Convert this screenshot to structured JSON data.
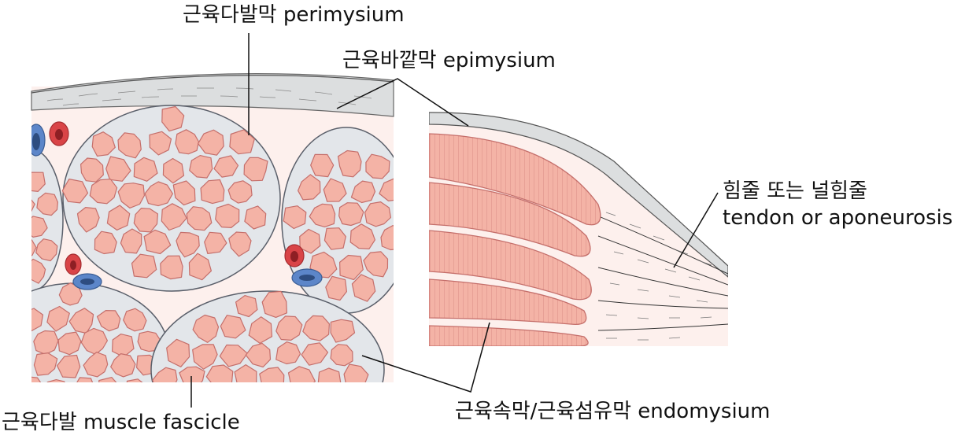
{
  "labels": {
    "perimysium": "근육다발막 perimysium",
    "epimysium": "근육바깥막 epimysium",
    "tendon_line1": "힘줄 또는 널힘줄",
    "tendon_line2": "tendon or aponeurosis",
    "fascicle": "근육다발 muscle fascicle",
    "endomysium": "근육속막/근육섬유막 endomysium"
  },
  "colors": {
    "background_tissue": "#fdf0ed",
    "fiber_fill": "#f4b3a6",
    "fiber_stroke": "#c56f6b",
    "perimysium_fill": "#e3e6ea",
    "epimysium_fill": "#dcdedf",
    "artery": "#d94447",
    "vein": "#5c86c9",
    "leader_line": "#111111"
  }
}
